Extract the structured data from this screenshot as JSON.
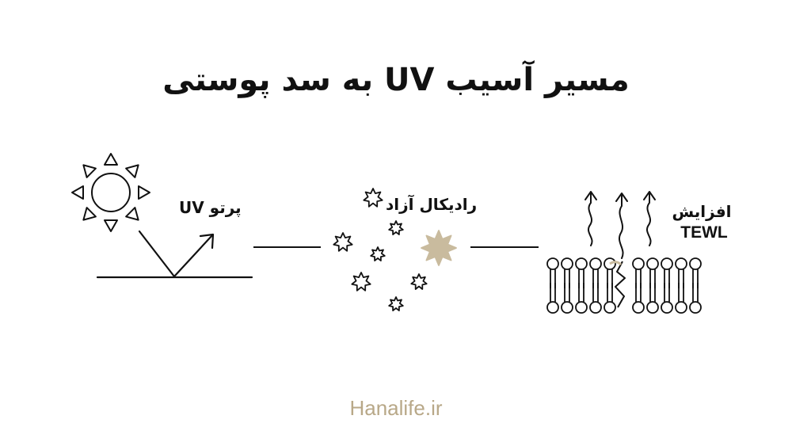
{
  "title": "مسیر آسیب UV به سد پوستی",
  "stage1": {
    "label": "پرتو UV"
  },
  "stage2": {
    "label": "رادیکال آزاد"
  },
  "stage3": {
    "label_line1": "افزایش",
    "label_line2": "TEWL"
  },
  "footer": {
    "text": "Hanalife.ir"
  },
  "colors": {
    "ink": "#111111",
    "radical_fill": "#c9bb9e",
    "footer_text": "#b8a888"
  },
  "icons": [
    "sun-icon",
    "reflection-arrow-icon",
    "free-radical-stars-icon",
    "lipid-bilayer-icon",
    "water-loss-arrows-icon"
  ]
}
